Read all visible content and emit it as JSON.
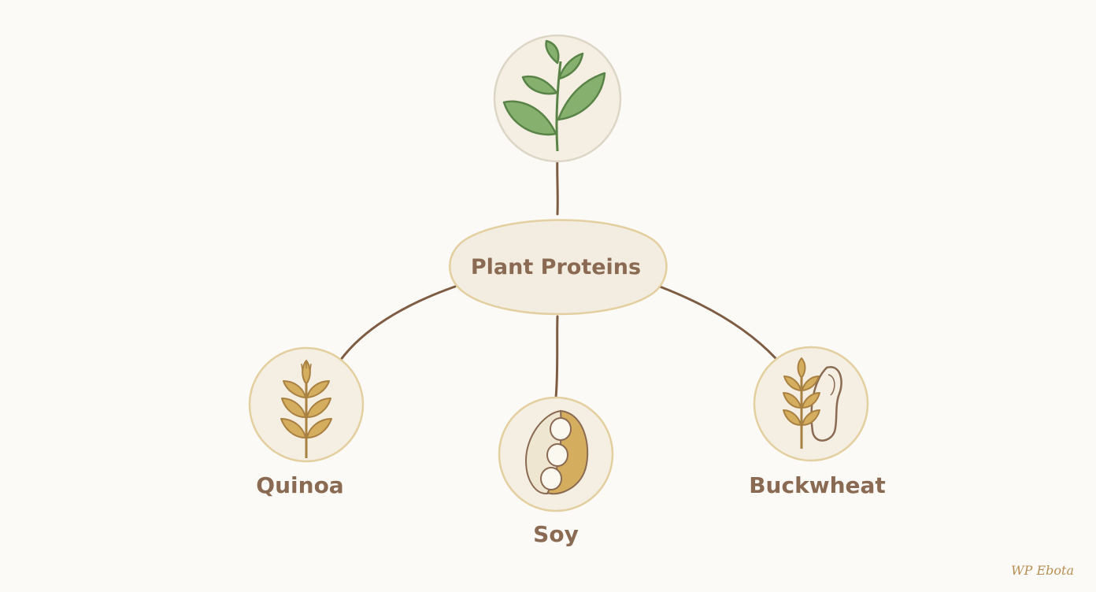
{
  "center": {
    "label": "Plant Proteins"
  },
  "nodes": [
    {
      "id": "top",
      "label": "",
      "icon": "leaf-sprout-icon"
    },
    {
      "id": "quinoa",
      "label": "Quinoa",
      "icon": "grain-stalk-icon"
    },
    {
      "id": "soy",
      "label": "Soy",
      "icon": "soybean-pod-icon"
    },
    {
      "id": "buckwheat",
      "label": "Buckwheat",
      "icon": "grain-and-seed-icon"
    }
  ],
  "watermark": {
    "text": "WP Ebota"
  },
  "colors": {
    "background": "#fbfaf6",
    "connector": "#7e5c44",
    "circle_fill": "#f4efe2",
    "circle_stroke": "#e3cf9f",
    "label": "#8a6a52",
    "leaf_fill": "#86b06e",
    "leaf_stroke": "#5a8348",
    "grain_fill": "#d5ad5f",
    "grain_stroke": "#a88041"
  }
}
